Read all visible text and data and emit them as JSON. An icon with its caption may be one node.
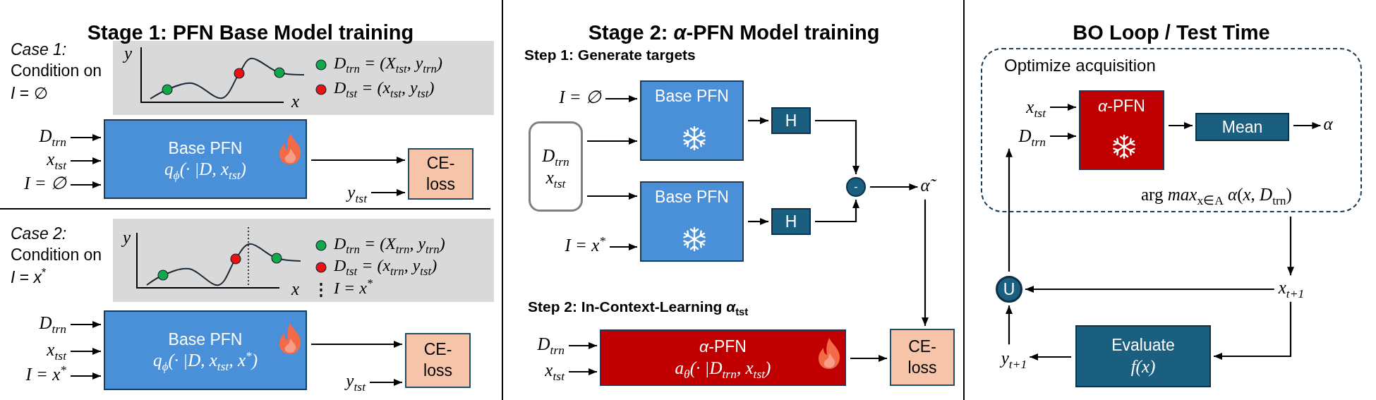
{
  "diagram": {
    "nodes": [
      {
        "text": [
          "D$_{trn}$"
        ]
      },
      {
        "text": [
          "x$_{tst}$"
        ]
      },
      {
        "text": [
          "I = ∅"
        ]
      },
      {
        "text": [
          "Base PFN",
          "q$_{ϕ}$(· |D, x$_{tst}$)"
        ]
      },
      {
        "text": [
          "y$_{tst}$"
        ]
      },
      {
        "text": [
          "CE- loss"
        ]
      },
      {
        "text": [
          "D$_{trn}$"
        ]
      },
      {
        "text": [
          "x$_{tst}$"
        ]
      },
      {
        "text": [
          "I = x$^{*}$"
        ]
      },
      {
        "text": [
          "Base PFN",
          "q$_{ϕ}$(· |D, x$_{tst}$, x$^{*}$)"
        ]
      },
      {
        "text": [
          "y$_{tst}$"
        ]
      },
      {
        "text": [
          "CE- loss"
        ]
      },
      {
        "text": [
          "I = ∅"
        ]
      },
      {
        "text": [
          "D$_{trn}$",
          "x$_{tst}$"
        ]
      },
      {
        "text": [
          "Base PFN"
        ]
      },
      {
        "text": [
          "H"
        ]
      },
      {
        "text": [
          "Base PFN"
        ]
      },
      {
        "text": [
          "I = x$^{*}$"
        ]
      },
      {
        "text": [
          "H"
        ]
      },
      {
        "text": [
          "-"
        ]
      },
      {
        "text": [
          "α̃"
        ]
      },
      {
        "text": [
          "D$_{trn}$"
        ]
      },
      {
        "text": [
          "x$_{tst}$"
        ]
      },
      {
        "text": [
          "*α*-PFN",
          "a$_{θ}$(· |D$_{trn}$, x$_{tst}$)"
        ]
      },
      {
        "text": [
          "CE- loss"
        ]
      },
      {
        "text": [
          "Optimize acquisition",
          "arg *max*$_{x∈A}$ *α*(*x*, *D*$_{trn}$)"
        ]
      },
      {
        "text": [
          "x$_{tst}$"
        ],
        "in": 25
      },
      {
        "text": [
          "D$_{trn}$"
        ],
        "in": 25
      },
      {
        "text": [
          "*α*-PFN"
        ],
        "in": 25
      },
      {
        "text": [
          "Mean"
        ],
        "in": 25
      },
      {
        "text": [
          "α"
        ],
        "in": 25
      },
      {
        "text": [
          "U"
        ]
      },
      {
        "text": [
          "x$_{t+1}$"
        ]
      },
      {
        "text": [
          "y$_{t+1}$"
        ]
      },
      {
        "text": [
          "Evaluate",
          "f(x)"
        ]
      }
    ],
    "edges": [
      {
        "from": 0,
        "to": 3,
        "arrow": "to"
      },
      {
        "from": 1,
        "to": 3,
        "arrow": "to"
      },
      {
        "from": 2,
        "to": 3,
        "arrow": "to"
      },
      {
        "from": 3,
        "to": 5,
        "arrow": "to"
      },
      {
        "from": 4,
        "to": 5,
        "arrow": "to"
      },
      {
        "from": 6,
        "to": 9,
        "arrow": "to"
      },
      {
        "from": 7,
        "to": 9,
        "arrow": "to"
      },
      {
        "from": 8,
        "to": 9,
        "arrow": "to"
      },
      {
        "from": 9,
        "to": 11,
        "arrow": "to"
      },
      {
        "from": 10,
        "to": 11,
        "arrow": "to"
      },
      {
        "from": 12,
        "to": 14,
        "arrow": "to"
      },
      {
        "from": 13,
        "to": 14,
        "arrow": "to"
      },
      {
        "from": 13,
        "to": 16,
        "arrow": "to"
      },
      {
        "from": 17,
        "to": 16,
        "arrow": "to"
      },
      {
        "from": 14,
        "to": 15,
        "arrow": "to"
      },
      {
        "from": 16,
        "to": 18,
        "arrow": "to"
      },
      {
        "from": 15,
        "to": 19,
        "arrow": "to"
      },
      {
        "from": 18,
        "to": 19,
        "arrow": "to"
      },
      {
        "from": 19,
        "to": 20,
        "arrow": "to"
      },
      {
        "from": 20,
        "to": 24,
        "arrow": "to"
      },
      {
        "from": 21,
        "to": 23,
        "arrow": "to"
      },
      {
        "from": 22,
        "to": 23,
        "arrow": "to"
      },
      {
        "from": 23,
        "to": 24,
        "arrow": "to"
      },
      {
        "from": 26,
        "to": 28,
        "arrow": "to"
      },
      {
        "from": 27,
        "to": 28,
        "arrow": "to"
      },
      {
        "from": 28,
        "to": 29,
        "arrow": "to"
      },
      {
        "from": 29,
        "to": 30,
        "arrow": "to"
      },
      {
        "from": 25,
        "to": 32,
        "arrow": "to"
      },
      {
        "from": 32,
        "to": 31,
        "arrow": "to"
      },
      {
        "from": 31,
        "to": 27,
        "arrow": "to"
      },
      {
        "from": 32,
        "to": 34,
        "arrow": "to"
      },
      {
        "from": 34,
        "to": 33,
        "arrow": "to"
      },
      {
        "from": 33,
        "to": 31,
        "arrow": "to"
      }
    ],
    "labels": [
      "Stage 1: PFN Base Model training",
      "Case 1:",
      "Condition on *I* = ∅",
      "y",
      "x",
      "Case 2:",
      "Condition on *I* = *x*$^{*}$",
      "y",
      "x",
      "Stage 2: *α*-PFN Model training",
      "Step 1: Generate targets",
      "Step 2: In-Context-Learning *α*$_{tst}$",
      "BO Loop / Test Time"
    ],
    "legend": [
      {
        "text": "D$_{trn}$ = (X$_{tst}$, y$_{trn}$)",
        "color": "#12a84a"
      },
      {
        "text": "D$_{tst}$ = (x$_{tst}$, y$_{tst}$)",
        "color": "#ee1111"
      },
      {
        "text": "D$_{trn}$ = (X$_{trn}$, y$_{trn}$)",
        "color": "#12a84a"
      },
      {
        "text": "D$_{tst}$ = (x$_{trn}$, y$_{tst}$)",
        "color": "#ee1111"
      },
      {
        "text": "I = x$^{*}$"
      }
    ]
  }
}
